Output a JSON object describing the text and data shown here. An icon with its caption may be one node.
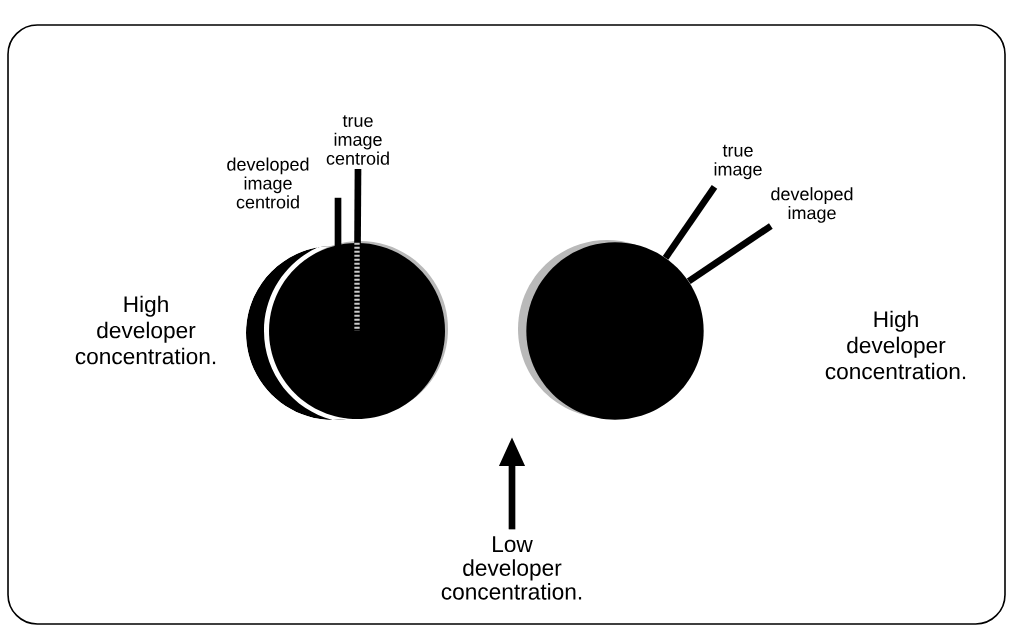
{
  "diagram": {
    "nodes": [
      {
        "text": [
          "true image centroid"
        ]
      },
      {
        "text": [
          "developed image centroid"
        ]
      },
      {
        "text": [
          "true image"
        ]
      },
      {
        "text": [
          "developed image"
        ]
      },
      {
        "text": [],
        "shape": "circle"
      },
      {
        "text": [],
        "shape": "circle"
      },
      {
        "text": [],
        "shape": "circle"
      },
      {
        "text": [
          "Low developer concentration."
        ]
      }
    ],
    "edges": [
      {
        "from": 0,
        "to": 5,
        "arrow": "none"
      },
      {
        "from": 1,
        "to": 4,
        "arrow": "none"
      },
      {
        "from": 2,
        "to": 6,
        "arrow": "none"
      },
      {
        "from": 3,
        "to": 6,
        "arrow": "none"
      },
      {
        "from": 7,
        "to": null,
        "arrow": "to"
      }
    ],
    "labels": [
      "High developer concentration.",
      "High developer concentration."
    ]
  }
}
